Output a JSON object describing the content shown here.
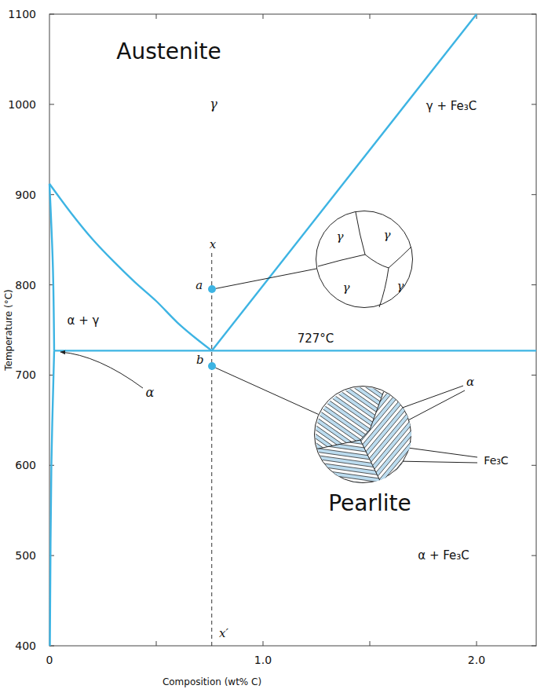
{
  "diagram": {
    "nodes": [
      {
        "text": [
          "γ",
          "γ",
          "γ",
          "γ"
        ]
      },
      {
        "text": [
          "Pearlite"
        ]
      },
      {
        "text": [
          "b"
        ]
      },
      {
        "text": [
          "a"
        ]
      }
    ],
    "edges": [
      {
        "from": 3,
        "to": 0,
        "arrow": "none"
      },
      {
        "from": 2,
        "to": 1,
        "arrow": "none"
      }
    ],
    "labels": [
      "Austenite",
      "γ",
      "γ + Fe₃C",
      "α + γ",
      "727°C",
      "α",
      "α + Fe₃C",
      "x",
      "x′",
      "α",
      "Fe₃C",
      "1100",
      "1000",
      "900",
      "800",
      "700",
      "600",
      "500",
      "400",
      "0",
      "1.0",
      "2.0",
      "Temperature (°C)",
      "Composition (wt% C)"
    ]
  }
}
